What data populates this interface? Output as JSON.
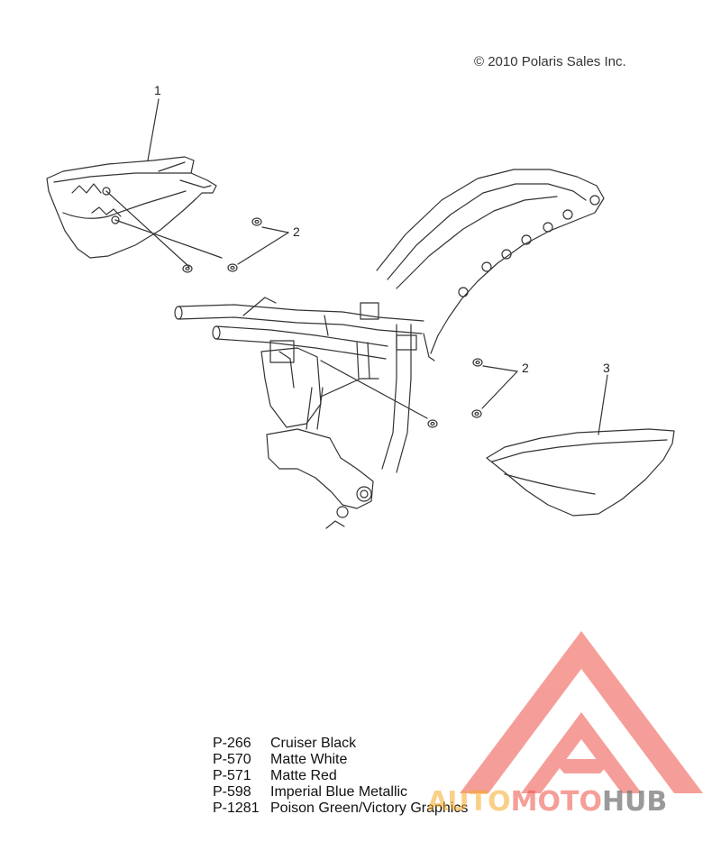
{
  "copyright": "© 2010 Polaris Sales Inc.",
  "callouts": {
    "c1": "1",
    "c2a": "2",
    "c2b": "2",
    "c3": "3"
  },
  "legend": [
    {
      "code": "P-266",
      "name": "Cruiser Black"
    },
    {
      "code": "P-570",
      "name": "Matte White"
    },
    {
      "code": "P-571",
      "name": "Matte Red"
    },
    {
      "code": "P-598",
      "name": "Imperial Blue Metallic"
    },
    {
      "code": "P-1281",
      "name": "Poison Green/Victory Graphics"
    }
  ],
  "watermark": {
    "part1": "AUTO",
    "part2": "MOTO",
    "part3": "HUB"
  },
  "colors": {
    "line": "#333333",
    "watermark_red": "#ee5046",
    "watermark_orange": "#f5aa28"
  }
}
